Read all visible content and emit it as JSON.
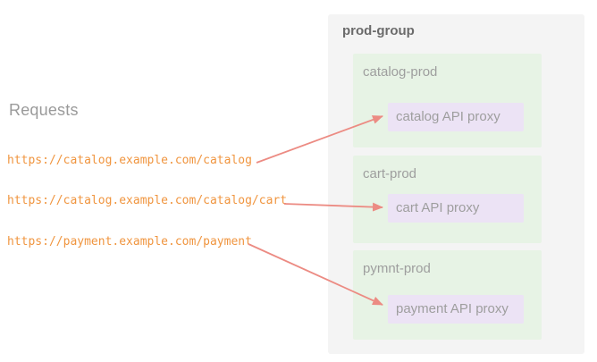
{
  "requests": {
    "label": "Requests",
    "urls": [
      "https://catalog.example.com/catalog",
      "https://catalog.example.com/catalog/cart",
      "https://payment.example.com/payment"
    ]
  },
  "group": {
    "name": "prod-group",
    "environments": [
      {
        "name": "catalog-prod",
        "proxy": "catalog API proxy"
      },
      {
        "name": "cart-prod",
        "proxy": "cart API proxy"
      },
      {
        "name": "pymnt-prod",
        "proxy": "payment API proxy"
      }
    ]
  },
  "connections": [
    {
      "from": "https://catalog.example.com/catalog",
      "to": "catalog API proxy"
    },
    {
      "from": "https://catalog.example.com/catalog/cart",
      "to": "cart API proxy"
    },
    {
      "from": "https://payment.example.com/payment",
      "to": "payment API proxy"
    }
  ],
  "colors": {
    "url_text": "#f0953f",
    "arrow": "#ec8b83",
    "group_background": "#f4f4f4",
    "environment_background": "#e7f3e5",
    "proxy_background": "#ece3f5",
    "muted_text": "#9e9e9e",
    "group_title_text": "#6b6b6b"
  }
}
